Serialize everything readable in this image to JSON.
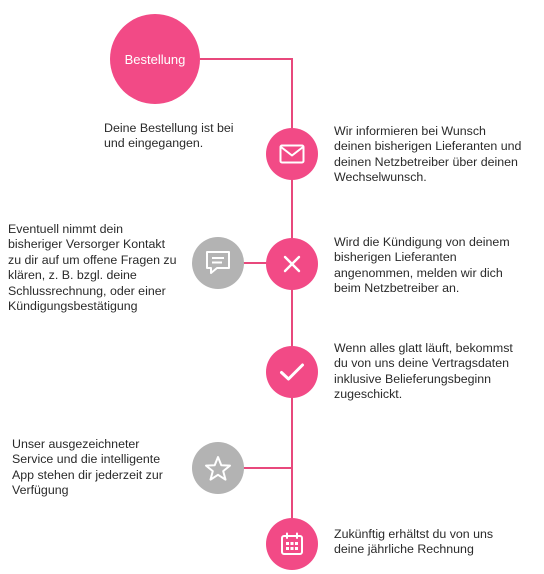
{
  "start": {
    "label": "Bestellung",
    "caption": "Deine Bestellung ist bei\nund eingegangen."
  },
  "steps": [
    {
      "icon": "envelope-icon",
      "style": "primary",
      "text": "Wir informieren bei Wunsch\ndeinen bisherigen Lieferanten und\ndeinen Netzbetreiber über deinen\nWechselwunsch."
    },
    {
      "icon": "close-icon",
      "style": "primary",
      "text": "Wird die Kündigung von deinem\nbisherigen Lieferanten\nangenommen, melden wir dich\nbeim Netzbetreiber an."
    },
    {
      "icon": "chat-icon",
      "style": "secondary",
      "text": "Eventuell nimmt dein\nbisheriger Versorger Kontakt\nzu dir auf um offene Fragen zu\nklären, z. B. bzgl. deine\nSchlussrechnung, oder einer\nKündigungsbestätigung"
    },
    {
      "icon": "checkmark-icon",
      "style": "primary",
      "text": "Wenn alles glatt läuft, bekommst\ndu von uns deine Vertragsdaten\ninklusive Belieferungsbeginn\nzugeschickt."
    },
    {
      "icon": "star-icon",
      "style": "secondary",
      "text": "Unser ausgezeichneter\nService und die intelligente\nApp stehen dir jederzeit zur\nVerfügung"
    },
    {
      "icon": "calendar-icon",
      "style": "primary",
      "text": "Zukünftig erhältst du von uns\ndeine jährliche Rechnung"
    }
  ],
  "colors": {
    "accent": "#f24a86",
    "line": "#e8487c",
    "secondary": "#b3b3b3",
    "text": "#2a2a2a"
  }
}
